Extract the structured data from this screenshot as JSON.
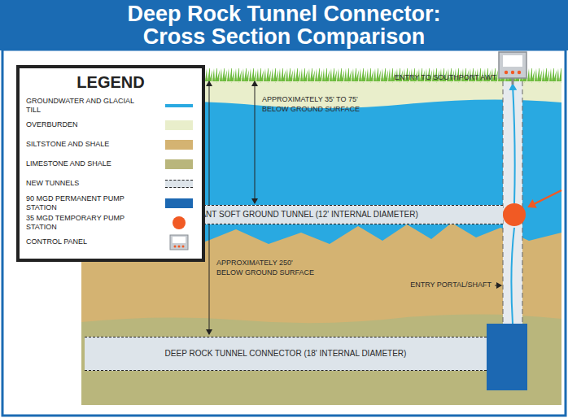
{
  "diagram": {
    "title": "Deep Rock Tunnel Connector: Cross Section Comparison",
    "nodes": [
      {
        "text": [
          "INTERPLANT SOFT GROUND TUNNEL (12' INTERNAL DIAMETER)"
        ]
      },
      {
        "text": [
          "DEEP ROCK TUNNEL CONNECTOR (18' INTERNAL DIAMETER)"
        ]
      }
    ],
    "labels": [
      "LEGEND",
      "APPROXIMATELY 35' TO 75' BELOW GROUND SURFACE",
      "ENTRY TO SOUTHPORT AWT",
      "APPROXIMATELY 250' BELOW GROUND SURFACE",
      "ENTRY PORTAL/SHAFT"
    ],
    "legend": [
      {
        "text": "GROUNDWATER AND GLACIAL TILL",
        "color": "#29a9e1"
      },
      {
        "text": "OVERBURDEN",
        "color": "#e9eecb"
      },
      {
        "text": "SILTSTONE AND SHALE",
        "color": "#d4b372"
      },
      {
        "text": "LIMESTONE AND SHALE",
        "color": "#b9b67c"
      },
      {
        "text": "NEW TUNNELS"
      },
      {
        "text": "90 MGD PERMANENT PUMP STATION",
        "color": "#1c68b2"
      },
      {
        "text": "35 MGD TEMPORARY PUMP STATION",
        "color": "#f15a24"
      },
      {
        "text": "CONTROL PANEL"
      }
    ]
  }
}
